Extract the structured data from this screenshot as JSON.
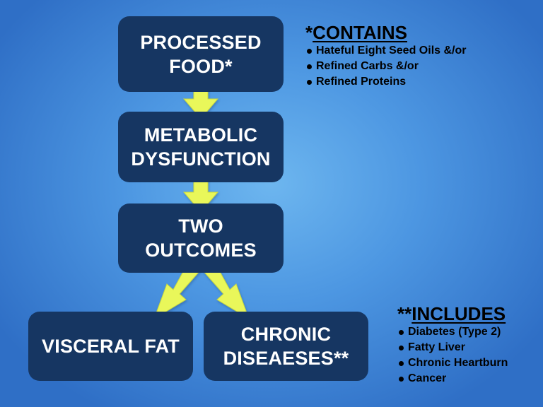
{
  "flowchart": {
    "boxes": {
      "processed_food": [
        "PROCESSED",
        "FOOD*"
      ],
      "metabolic_dysfunction": [
        "METABOLIC",
        "DYSFUNCTION"
      ],
      "two_outcomes": [
        "TWO",
        "OUTCOMES"
      ],
      "visceral_fat": [
        "VISCERAL FAT"
      ],
      "chronic_diseases": [
        "CHRONIC",
        "DISEAESES**"
      ]
    },
    "arrow_color": "#e9f75a",
    "box_color": "#163662"
  },
  "contains_note": {
    "prefix": "*",
    "title": "CONTAINS",
    "items": [
      "Hateful Eight Seed Oils &/or",
      "Refined Carbs &/or",
      "Refined Proteins"
    ]
  },
  "includes_note": {
    "prefix": "**",
    "title": "INCLUDES",
    "items": [
      "Diabetes (Type 2)",
      "Fatty Liver",
      "Chronic Heartburn",
      "Cancer"
    ]
  }
}
